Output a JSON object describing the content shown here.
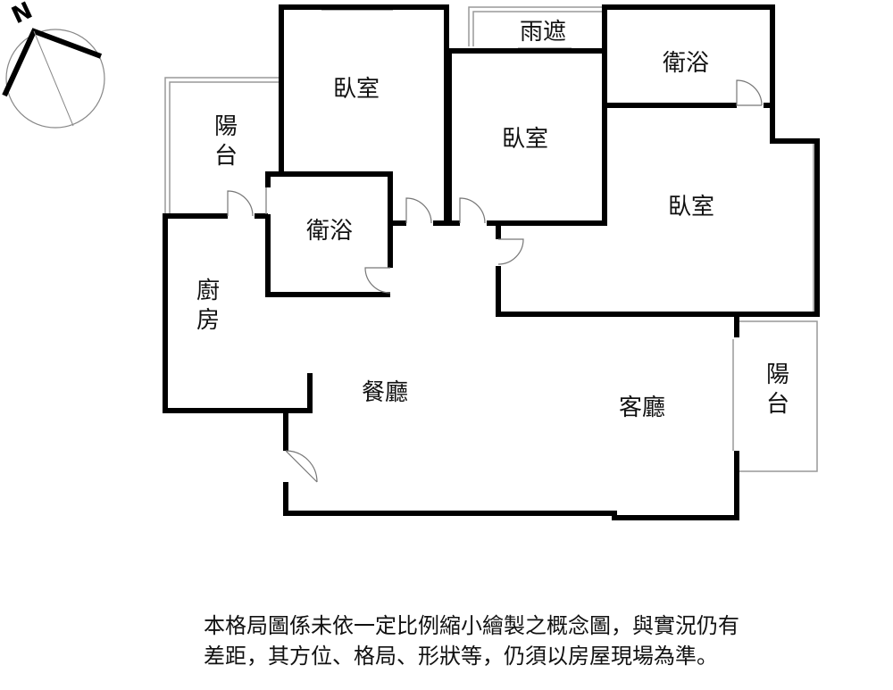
{
  "compass": {
    "north_label": "N"
  },
  "rooms": {
    "bedroom_1": "臥室",
    "bedroom_2": "臥室",
    "bedroom_3": "臥室",
    "rain_shelter": "雨遮",
    "bath_1": "衛浴",
    "bath_2": "衛浴",
    "balcony_left": "陽台",
    "balcony_right": "陽台",
    "kitchen": "廚房",
    "dining": "餐廳",
    "living": "客廳"
  },
  "disclaimer": {
    "line1": "本格局圖係未依一定比例縮小繪製之概念圖，與實況仍有",
    "line2": "差距，其方位、格局、形狀等，仍須以房屋現場為準。"
  }
}
